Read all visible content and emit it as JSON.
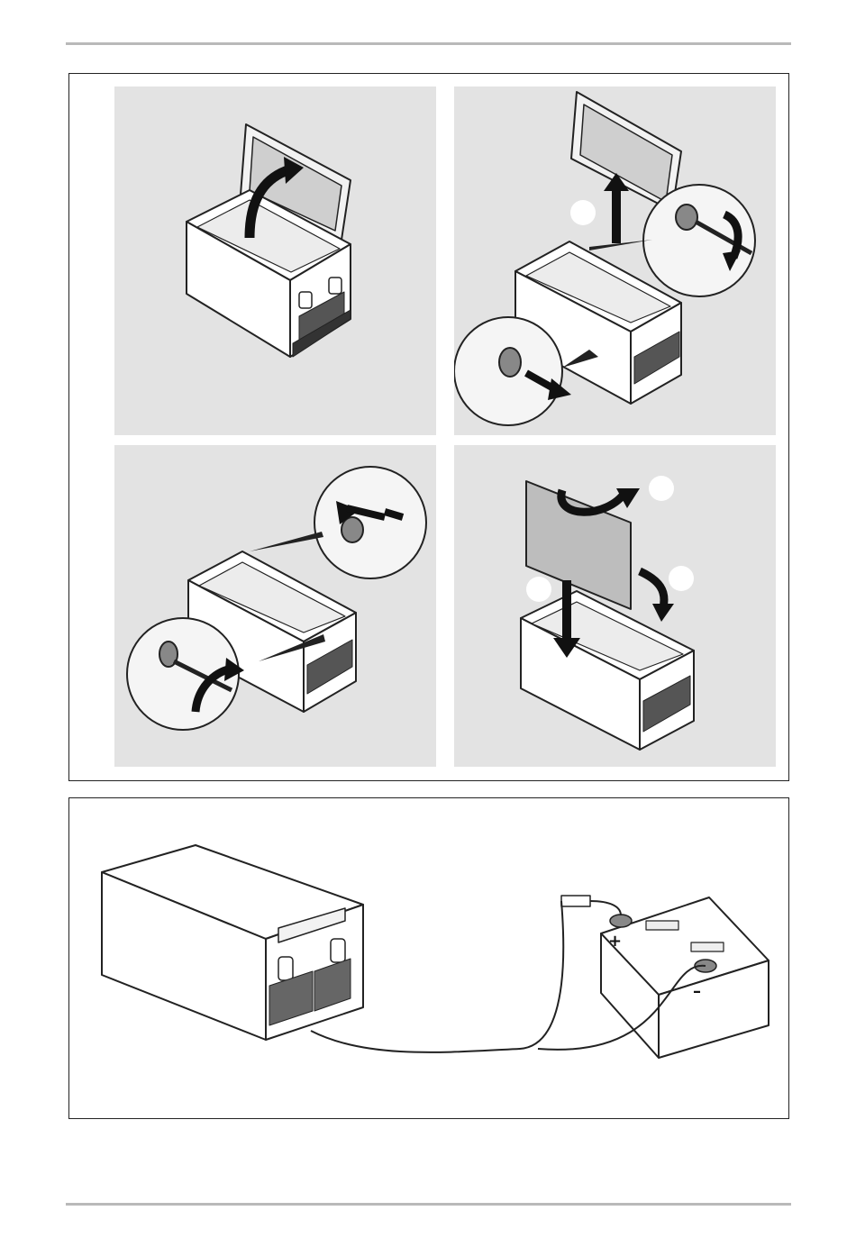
{
  "figure1": {
    "panels": [
      {
        "name": "open-lid"
      },
      {
        "name": "remove-lid"
      },
      {
        "name": "refit-hinges"
      },
      {
        "name": "refit-lid"
      }
    ]
  },
  "figure2": {
    "battery": {
      "positive_label": "+",
      "negative_label": "–"
    }
  }
}
